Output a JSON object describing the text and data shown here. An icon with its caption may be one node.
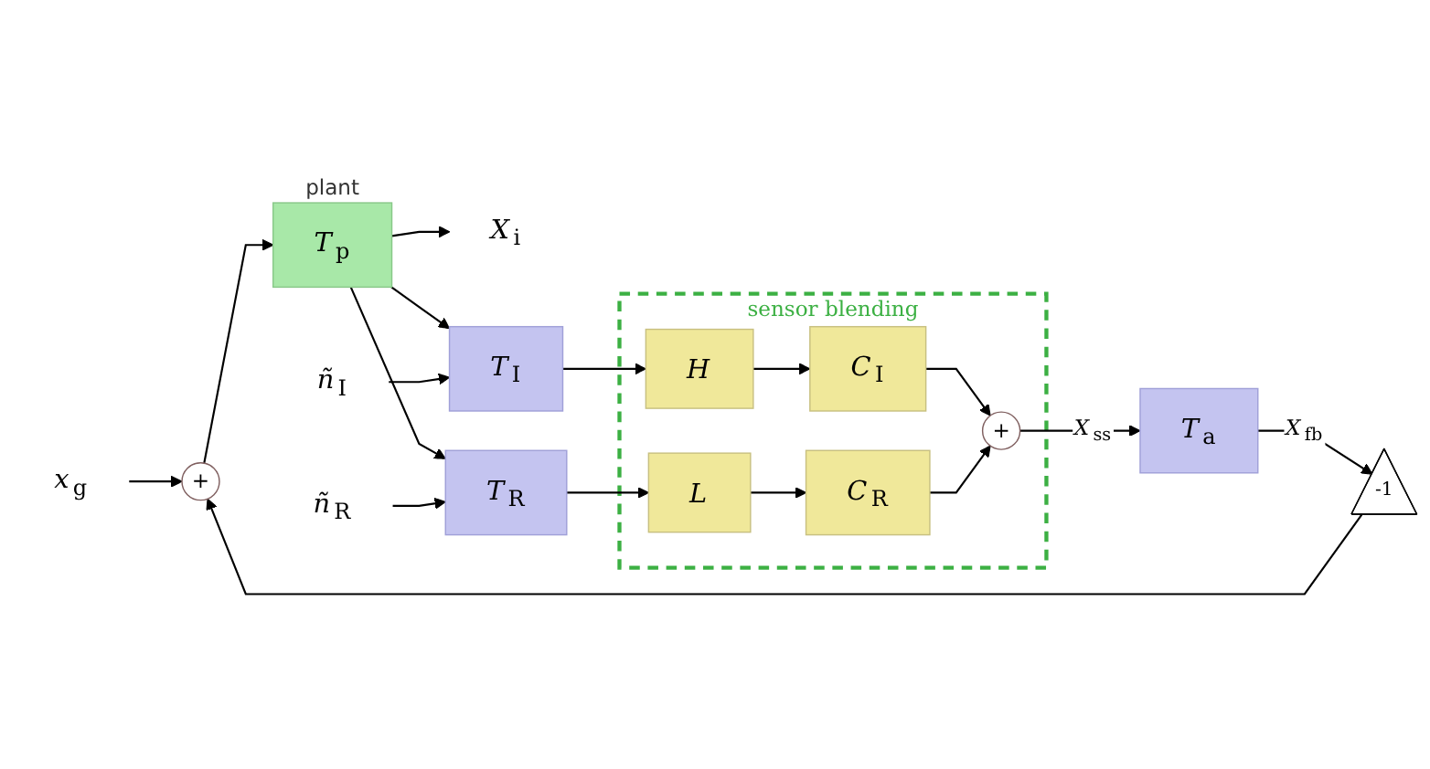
{
  "diagram": {
    "nodes": [
      {
        "text": [
          "*x*$_{g}$"
        ]
      },
      {
        "text": [
          "+"
        ]
      },
      {
        "text": [
          "*T*$_{p}$"
        ],
        "beside": [
          "plant"
        ]
      },
      {
        "text": [
          "*X*$_{i}$"
        ]
      },
      {
        "text": [
          "-1"
        ]
      },
      {
        "text": [
          "*T*$_{a}$"
        ]
      },
      {
        "text": [
          "sensor blending"
        ]
      },
      {
        "text": [
          "*H*"
        ],
        "in": 6
      },
      {
        "text": [
          "*C*$_{I}$"
        ],
        "in": 6
      },
      {
        "text": [
          "+"
        ],
        "in": 6
      },
      {
        "text": [
          "*L*"
        ],
        "in": 6
      },
      {
        "text": [
          "*C*$_{R}$"
        ],
        "in": 6
      },
      {
        "text": [
          "*ñ*$_{I}$"
        ]
      },
      {
        "text": [
          "*T*$_{I}$"
        ]
      },
      {
        "text": [
          "*ñ*$_{R}$"
        ]
      },
      {
        "text": [
          "*T*$_{R}$"
        ]
      }
    ],
    "edges": [
      {
        "from": 0,
        "to": 1,
        "arrow": "to"
      },
      {
        "from": 1,
        "to": 2,
        "arrow": "to"
      },
      {
        "from": 2,
        "to": 3,
        "arrow": "to"
      },
      {
        "from": 2,
        "to": 13,
        "arrow": "to"
      },
      {
        "from": 2,
        "to": 15,
        "arrow": "to"
      },
      {
        "from": 4,
        "to": 1,
        "arrow": "to"
      },
      {
        "from": 9,
        "to": 5,
        "arrow": "to",
        "label": "*X*$_{ss}$"
      },
      {
        "from": 5,
        "to": 4,
        "arrow": "to",
        "label": "*X*$_{fb}$"
      },
      {
        "from": 7,
        "to": 8,
        "arrow": "to"
      },
      {
        "from": 8,
        "to": 9,
        "arrow": "to"
      },
      {
        "from": 11,
        "to": 9,
        "arrow": "to"
      },
      {
        "from": 10,
        "to": 11,
        "arrow": "to"
      },
      {
        "from": 13,
        "to": 7,
        "arrow": "to"
      },
      {
        "from": 15,
        "to": 10,
        "arrow": "to"
      },
      {
        "from": 12,
        "to": 13,
        "arrow": "to"
      },
      {
        "from": 14,
        "to": 15,
        "arrow": "to"
      }
    ]
  }
}
